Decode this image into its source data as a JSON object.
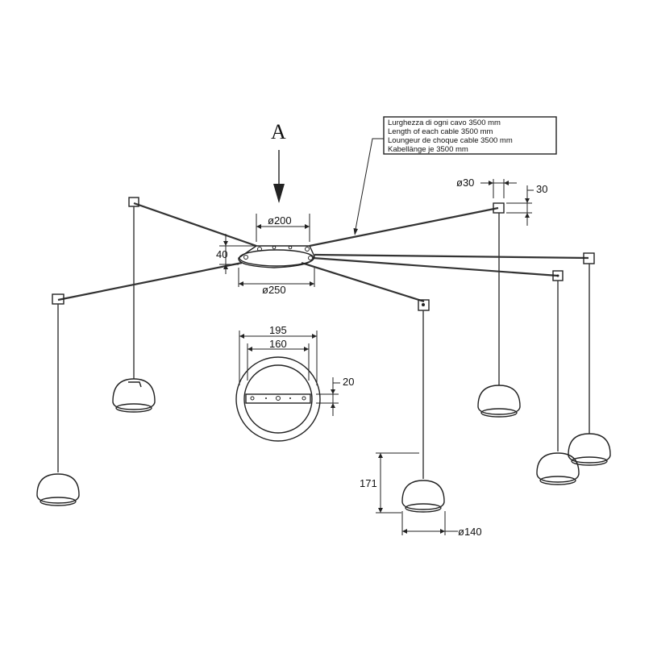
{
  "view_label": "A",
  "note": {
    "lines": [
      "Lurghezza di ogni cavo 3500 mm",
      "Length of each cable 3500 mm",
      "Loungeur de choque cable 3500 mm",
      "Kabellänge je 3500 mm"
    ]
  },
  "dimensions": {
    "canopy_top_diameter": "ø200",
    "canopy_height": "40",
    "canopy_bottom_diameter": "ø250",
    "hook_diameter": "ø30",
    "hook_height": "30",
    "ring_outer": "195",
    "ring_inner": "160",
    "ring_thickness": "20",
    "shade_height": "171",
    "shade_diameter": "ø140"
  },
  "colors": {
    "line": "#222222",
    "background": "#ffffff"
  }
}
